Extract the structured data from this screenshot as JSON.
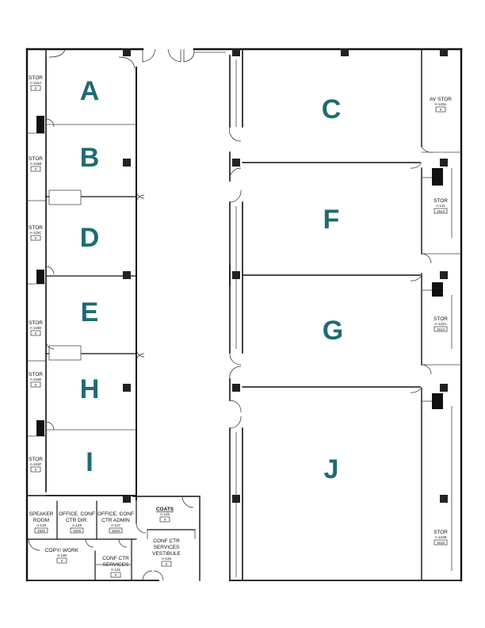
{
  "rooms": {
    "A": "A",
    "B": "B",
    "C": "C",
    "D": "D",
    "E": "E",
    "F": "F",
    "G": "G",
    "H": "H",
    "I": "I",
    "J": "J"
  },
  "small_rooms": [
    {
      "key": "stor_left_1",
      "name": "STOR",
      "code": "A-115A",
      "num": "#"
    },
    {
      "key": "stor_left_2",
      "name": "STOR",
      "code": "A-115B",
      "num": "#"
    },
    {
      "key": "stor_left_3",
      "name": "STOR",
      "code": "A-115C",
      "num": "#"
    },
    {
      "key": "stor_left_4",
      "name": "STOR",
      "code": "A-115D",
      "num": "#"
    },
    {
      "key": "stor_left_5",
      "name": "STOR",
      "code": "A-115E",
      "num": "#"
    },
    {
      "key": "stor_left_6",
      "name": "STOR",
      "code": "A-115F",
      "num": "#"
    },
    {
      "key": "av_stor",
      "name": "AV STOR",
      "code": "A-120A",
      "num": "#"
    },
    {
      "key": "stor_right_1",
      "name": "STOR",
      "code": "A-121",
      "num": "1514"
    },
    {
      "key": "stor_right_2",
      "name": "STOR",
      "code": "A-122A",
      "num": "1513"
    },
    {
      "key": "stor_right_3",
      "name": "STOR",
      "code": "A-122B",
      "num": "1510"
    },
    {
      "key": "speaker_room",
      "name1": "SPEAKER",
      "name2": "ROOM",
      "code": "A-128",
      "num": "1525"
    },
    {
      "key": "office_dir",
      "name1": "OFFICE, CONF",
      "name2": "CTR DIR.",
      "code": "A-129",
      "num": "1526"
    },
    {
      "key": "office_admin",
      "name1": "OFFICE, CONF",
      "name2": "CTR ADMIN",
      "code": "A-127",
      "num": "1523"
    },
    {
      "key": "coats",
      "name": "COATS",
      "code": "A-125",
      "num": "#"
    },
    {
      "key": "copy_work",
      "name": "COPY/ WORK",
      "code": "A-130",
      "num": "#"
    },
    {
      "key": "conf_services",
      "name1": "CONF CTR",
      "name2": "SERVICES",
      "code": "A-131",
      "num": "#"
    },
    {
      "key": "vestibule",
      "name1": "CONF CTR",
      "name2": "SERVICES",
      "name3": "VESTIBULE",
      "code": "A-126",
      "num": "#"
    }
  ]
}
